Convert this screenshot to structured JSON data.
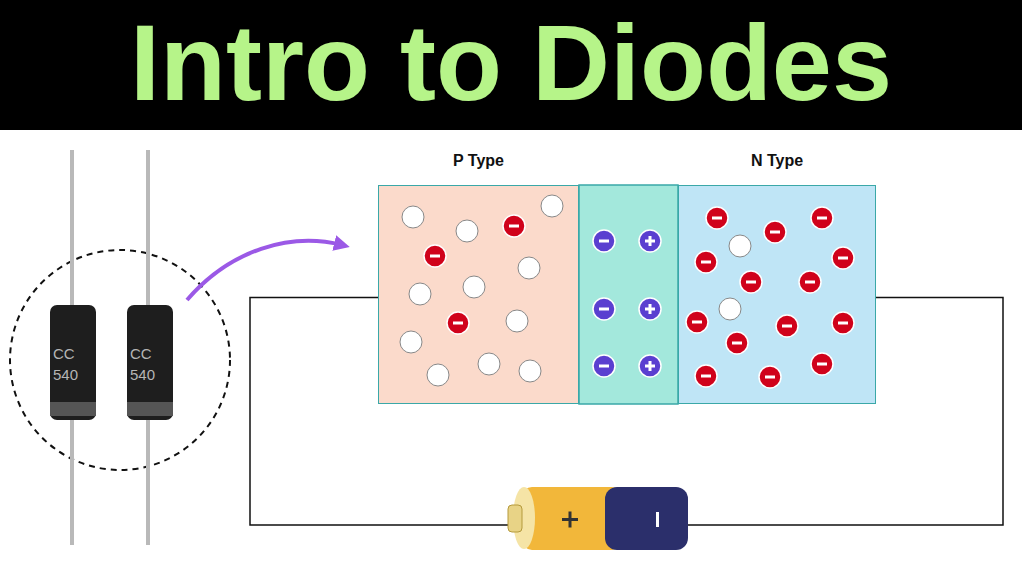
{
  "diagram": {
    "title": "Intro to Diodes",
    "nodes": [
      {
        "text": [
          "P Type"
        ]
      },
      {
        "text": [
          "N Type"
        ]
      }
    ],
    "edges": [
      {
        "from": 0,
        "to": 1,
        "arrow": "none"
      }
    ],
    "labels": [
      "CC",
      "540",
      "CC",
      "540"
    ]
  }
}
